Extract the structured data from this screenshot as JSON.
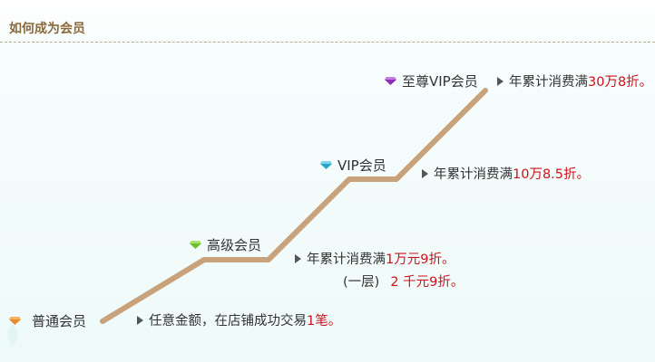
{
  "header": {
    "title": "如何成为会员"
  },
  "colors": {
    "curve": "#c7a27a",
    "highlight": "#d1101a",
    "title": "#8a6a3a",
    "gem_orange": "#e98a2c",
    "gem_green": "#7dd13a",
    "gem_cyan": "#3bb7d8",
    "gem_purple": "#9b3fc0"
  },
  "tiers": [
    {
      "name": "普通会员",
      "gem": "orange-gem-icon",
      "benefit_prefix": "任意金额，在店铺成功交易",
      "benefit_highlight": "1笔。"
    },
    {
      "name": "高级会员",
      "gem": "green-gem-icon",
      "benefit_prefix": "年累计消费满",
      "benefit_highlight": "1万元9折。",
      "extra_prefix": "(一层)",
      "extra_highlight": "2 千元9折。"
    },
    {
      "name": "VIP会员",
      "gem": "cyan-gem-icon",
      "benefit_prefix": "年累计消费满",
      "benefit_highlight": "10万8.5折。"
    },
    {
      "name": "至尊VIP会员",
      "gem": "purple-gem-icon",
      "benefit_prefix": "年累计消费满",
      "benefit_highlight": "30万8折。"
    }
  ]
}
